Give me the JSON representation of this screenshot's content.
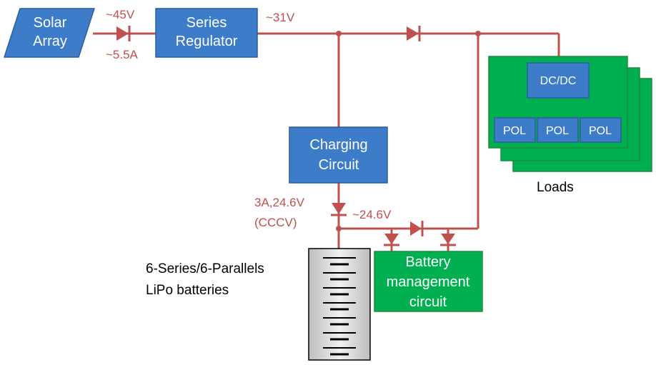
{
  "colors": {
    "wire": "#c0504d",
    "blue_fill": "#3d7cc9",
    "blue_stroke": "#2c5f9e",
    "green_fill": "#00b050",
    "green_stroke": "#1e8a3a",
    "battery_fill": "#dcdcdc"
  },
  "nodes": {
    "solar_array": [
      "Solar",
      "Array"
    ],
    "series_regulator": [
      "Series",
      "Regulator"
    ],
    "charging_circuit": [
      "Charging",
      "Circuit"
    ],
    "dc_dc": "DC/DC",
    "pol": [
      "POL",
      "POL",
      "POL"
    ],
    "loads": "Loads",
    "battery_management": [
      "Battery",
      "management",
      "circuit"
    ],
    "battery_pack": [
      "6-Series/6-Parallels",
      "LiPo batteries"
    ]
  },
  "annotations": {
    "solar_voltage": "~45V",
    "solar_current": "~5.5A",
    "bus_voltage": "~31V",
    "charge_spec": [
      "3A,24.6V",
      "(CCCV)"
    ],
    "battery_voltage": "~24.6V"
  }
}
